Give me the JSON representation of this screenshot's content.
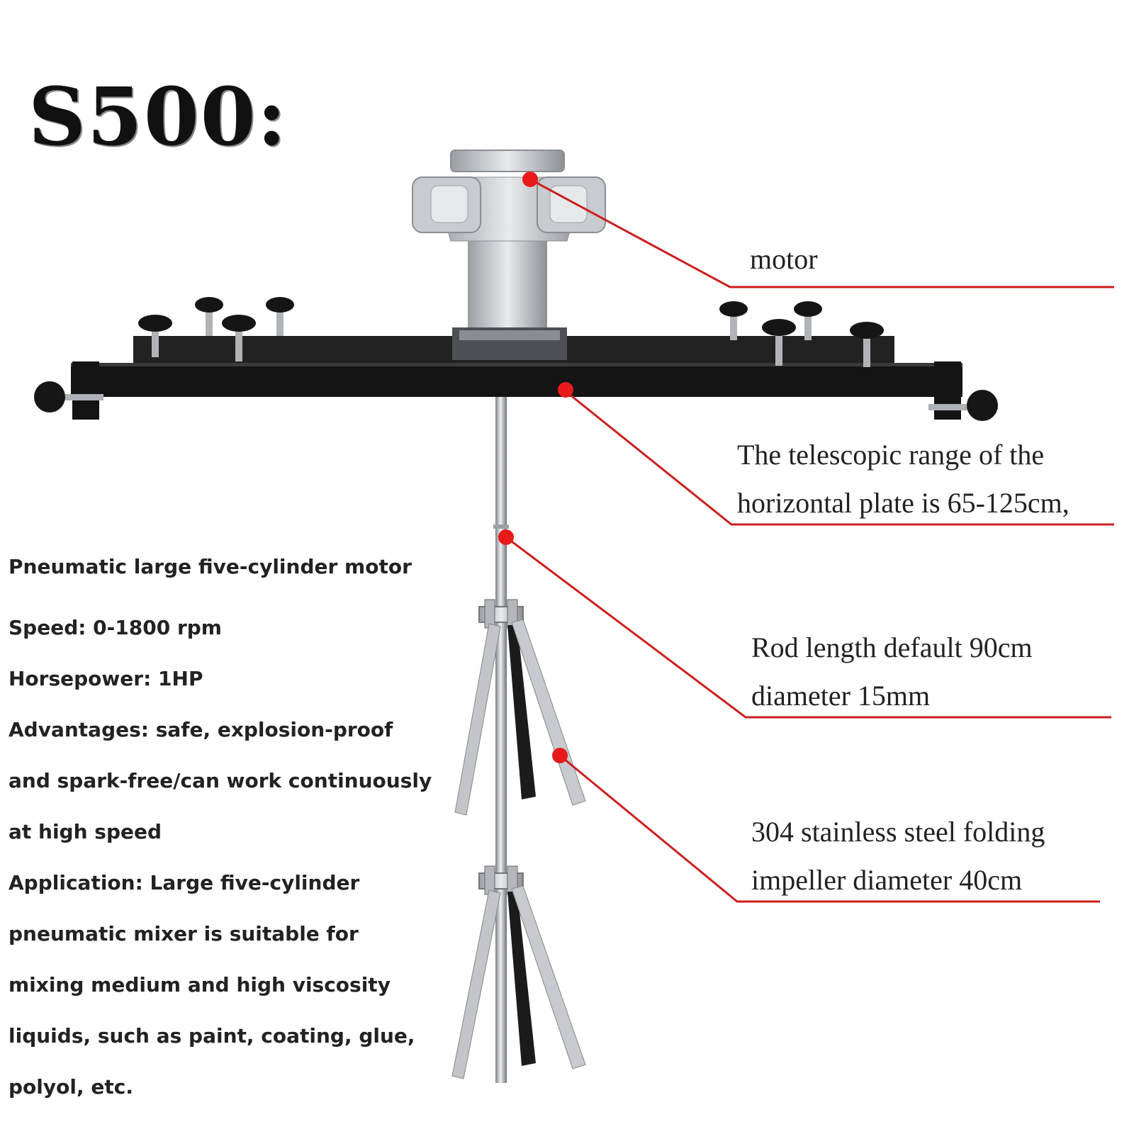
{
  "title": "S500:",
  "callouts": {
    "motor": "motor",
    "plate_line1": "The telescopic range of the",
    "plate_line2": "horizontal plate is 65-125cm,",
    "rod_line1": "Rod length default 90cm",
    "rod_line2": "diameter 15mm",
    "impeller_line1": "304 stainless steel folding",
    "impeller_line2": "impeller diameter 40cm"
  },
  "specs": [
    "Pneumatic large five-cylinder motor",
    "Speed: 0-1800 rpm",
    "Horsepower: 1HP",
    "Advantages: safe, explosion-proof",
    "and spark-free/can work continuously",
    "at high speed",
    "Application: Large five-cylinder",
    "pneumatic mixer is suitable for",
    "mixing medium and high viscosity",
    "liquids, such as paint, coating, glue,",
    "polyol, etc."
  ],
  "colors": {
    "leader": "#cc1f1f",
    "marker": "#e81a1a",
    "bar": "#141414",
    "metal": "#b9bcc0"
  }
}
